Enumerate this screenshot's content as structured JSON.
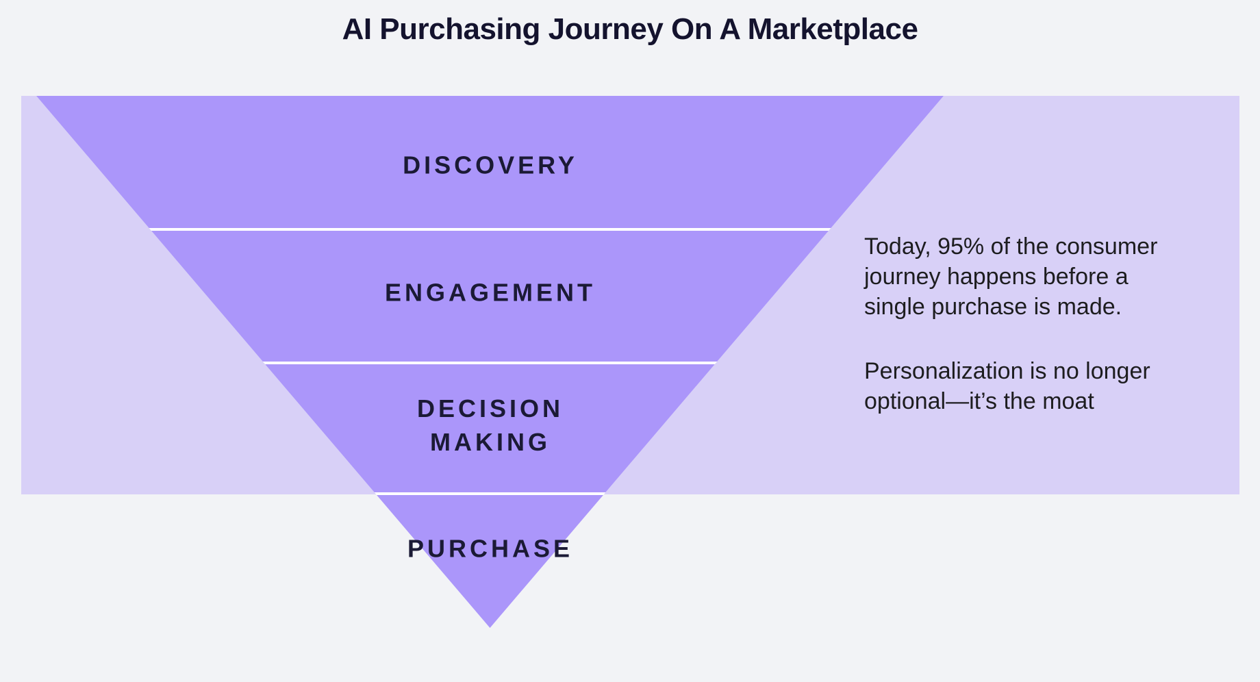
{
  "title": "AI Purchasing Journey On A Marketplace",
  "colors": {
    "page_background": "#f2f3f6",
    "panel_background": "#d8d0f7",
    "funnel_fill": "#ab96fa",
    "divider": "#ffffff",
    "heading_text": "#14132e",
    "label_text": "#1b1a35",
    "body_text": "#1d1d1f"
  },
  "funnel": {
    "type": "inverted-funnel",
    "stages": [
      {
        "label": "DISCOVERY"
      },
      {
        "label": "ENGAGEMENT"
      },
      {
        "label": "DECISION MAKING",
        "lines": [
          "DECISION",
          "MAKING"
        ]
      },
      {
        "label": "PURCHASE"
      }
    ]
  },
  "note": {
    "paragraph1": {
      "text": "Today, 95% of the consumer journey happens before a single purchase is made.",
      "lines": [
        "Today, 95% of the consumer",
        "journey happens before a",
        "single purchase is made."
      ]
    },
    "paragraph2": {
      "text": "Personalization is no longer optional—it’s the moat",
      "lines": [
        "Personalization is no longer",
        "optional—it’s the moat"
      ]
    }
  }
}
